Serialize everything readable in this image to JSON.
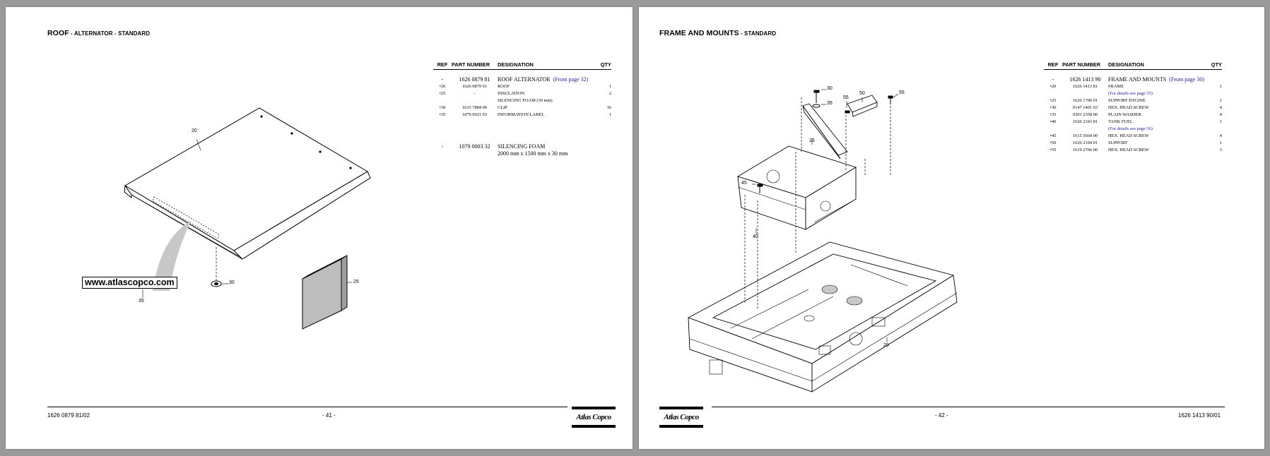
{
  "left_page": {
    "title_main": "ROOF",
    "title_sub": " - ALTERNATOR - STANDARD",
    "headers": {
      "ref": "REF",
      "part": "PART NUMBER",
      "designation": "DESIGNATION",
      "qty": "QTY"
    },
    "rows": [
      {
        "ref": "-",
        "part": "1626 0879 81",
        "designation": "ROOF ALTERNATOR",
        "link": "(From page 32)",
        "qty": "",
        "main": true
      },
      {
        "ref": "•20",
        "part": "1626 0879 01",
        "designation": "ROOF",
        "link": "",
        "qty": "1"
      },
      {
        "ref": "•25",
        "part": "-",
        "designation": "INSULATION",
        "link": "",
        "qty": "2"
      },
      {
        "ref": "",
        "part": "",
        "designation": "SILENCING FOAM (30 mm)",
        "link": "",
        "qty": ""
      },
      {
        "ref": "•30",
        "part": "1615 7884 00",
        "designation": "CLIP",
        "link": "",
        "qty": "16"
      },
      {
        "ref": "•35",
        "part": "1079 9921 03",
        "designation": "INFORMATION LABEL",
        "link": "",
        "qty": "1"
      },
      {
        "ref": "-",
        "part": "1079 0003 32",
        "designation": "SILENCING FOAM",
        "link": "",
        "qty": "",
        "main": true
      },
      {
        "ref": "",
        "part": "",
        "designation": "2000 mm x 1500 mm x 30 mm",
        "link": "",
        "qty": "",
        "main": true
      }
    ],
    "website": "www.atlascopco.com",
    "callouts": {
      "c20": "20",
      "c25": "25",
      "c30": "30",
      "c35": "35"
    },
    "footer_left": "1626 0879 81/02",
    "footer_center": "- 41 -",
    "logo": "Atlas Copco"
  },
  "right_page": {
    "title_main": "FRAME AND MOUNTS",
    "title_sub": " - STANDARD",
    "headers": {
      "ref": "REF",
      "part": "PART NUMBER",
      "designation": "DESIGNATION",
      "qty": "QTY"
    },
    "rows": [
      {
        "ref": "-",
        "part": "1626 1413 90",
        "designation": "FRAME AND MOUNTS",
        "link": "(From page 30)",
        "qty": "",
        "main": true
      },
      {
        "ref": "•20",
        "part": "1626 1413 81",
        "designation": "FRAME",
        "link": "",
        "qty": "1"
      },
      {
        "ref": "",
        "part": "",
        "designation": "(For details see page 55)",
        "link": "",
        "qty": "",
        "note": true
      },
      {
        "ref": "•25",
        "part": "1626 1700 01",
        "designation": "SUPPORT ENGINE",
        "link": "",
        "qty": "1"
      },
      {
        "ref": "•30",
        "part": "0147 1401 03",
        "designation": "HEX. HEAD SCREW",
        "link": "",
        "qty": "4"
      },
      {
        "ref": "•35",
        "part": "0301 2358 00",
        "designation": "PLAIN WASHER",
        "link": "",
        "qty": "4"
      },
      {
        "ref": "•40",
        "part": "1626 2343 81",
        "designation": "TANK FUEL",
        "link": "",
        "qty": "1"
      },
      {
        "ref": "",
        "part": "",
        "designation": "(For details see page 56)",
        "link": "",
        "qty": "",
        "note": true
      },
      {
        "ref": "•45",
        "part": "1615 5664 00",
        "designation": "HEX. HEAD SCREW",
        "link": "",
        "qty": "4"
      },
      {
        "ref": "•50",
        "part": "1626 2194 01",
        "designation": "SUPPORT",
        "link": "",
        "qty": "1"
      },
      {
        "ref": "•55",
        "part": "1619 2766 00",
        "designation": "HEX. HEAD SCREW",
        "link": "",
        "qty": "3"
      }
    ],
    "callouts": {
      "c20": "20",
      "c25": "25",
      "c30": "30",
      "c35": "35",
      "c40": "40",
      "c45": "45",
      "c50": "50",
      "c55a": "55",
      "c55b": "55"
    },
    "footer_center": "- 42 -",
    "footer_right": "1626 1413 90/01",
    "logo": "Atlas Copco"
  }
}
